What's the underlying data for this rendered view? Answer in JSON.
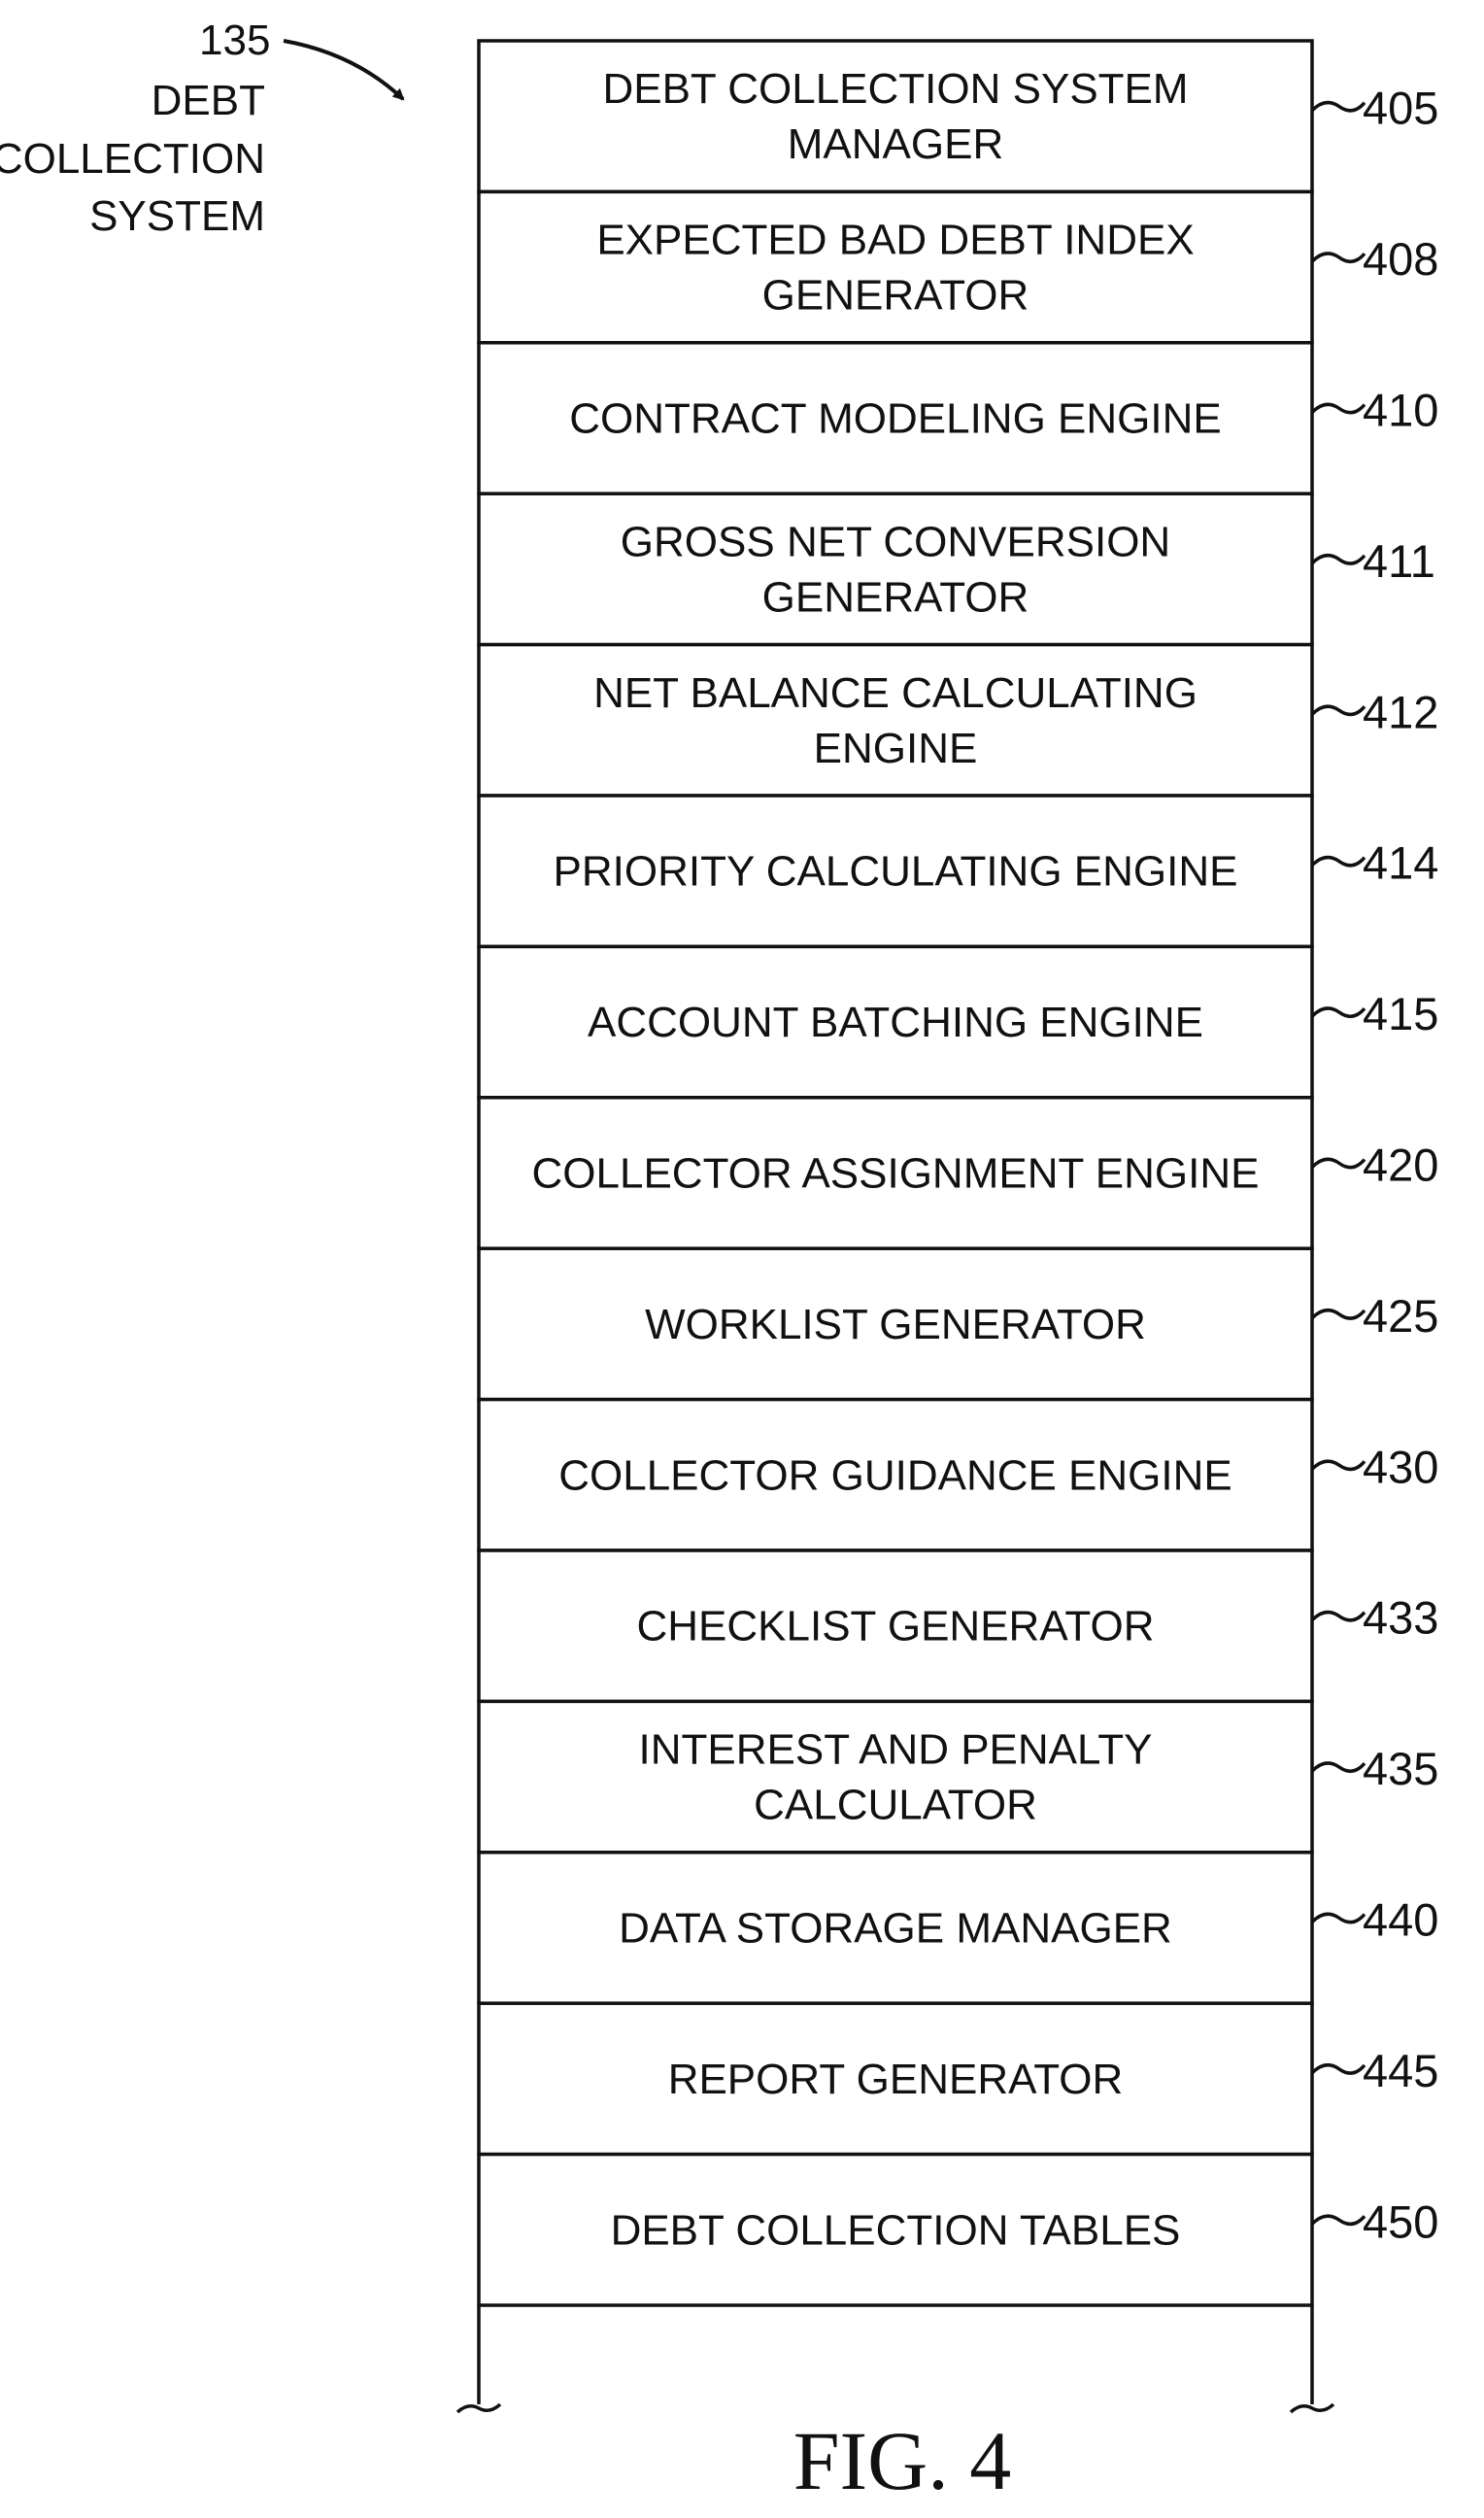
{
  "system": {
    "ref": "135",
    "label_lines": [
      "DEBT",
      "COLLECTION",
      "SYSTEM"
    ]
  },
  "components": [
    {
      "lines": [
        "DEBT COLLECTION SYSTEM",
        "MANAGER"
      ],
      "ref": "405"
    },
    {
      "lines": [
        "EXPECTED BAD DEBT INDEX",
        "GENERATOR"
      ],
      "ref": "408"
    },
    {
      "lines": [
        "CONTRACT MODELING ENGINE"
      ],
      "ref": "410"
    },
    {
      "lines": [
        "GROSS NET CONVERSION",
        "GENERATOR"
      ],
      "ref": "411"
    },
    {
      "lines": [
        "NET BALANCE CALCULATING",
        "ENGINE"
      ],
      "ref": "412"
    },
    {
      "lines": [
        "PRIORITY CALCULATING ENGINE"
      ],
      "ref": "414"
    },
    {
      "lines": [
        "ACCOUNT BATCHING ENGINE"
      ],
      "ref": "415"
    },
    {
      "lines": [
        "COLLECTOR ASSIGNMENT ENGINE"
      ],
      "ref": "420"
    },
    {
      "lines": [
        "WORKLIST GENERATOR"
      ],
      "ref": "425"
    },
    {
      "lines": [
        "COLLECTOR GUIDANCE ENGINE"
      ],
      "ref": "430"
    },
    {
      "lines": [
        "CHECKLIST GENERATOR"
      ],
      "ref": "433"
    },
    {
      "lines": [
        "INTEREST AND PENALTY",
        "CALCULATOR"
      ],
      "ref": "435"
    },
    {
      "lines": [
        "DATA STORAGE MANAGER"
      ],
      "ref": "440"
    },
    {
      "lines": [
        "REPORT GENERATOR"
      ],
      "ref": "445"
    },
    {
      "lines": [
        "DEBT COLLECTION TABLES"
      ],
      "ref": "450"
    }
  ],
  "figure_label": "FIG. 4"
}
